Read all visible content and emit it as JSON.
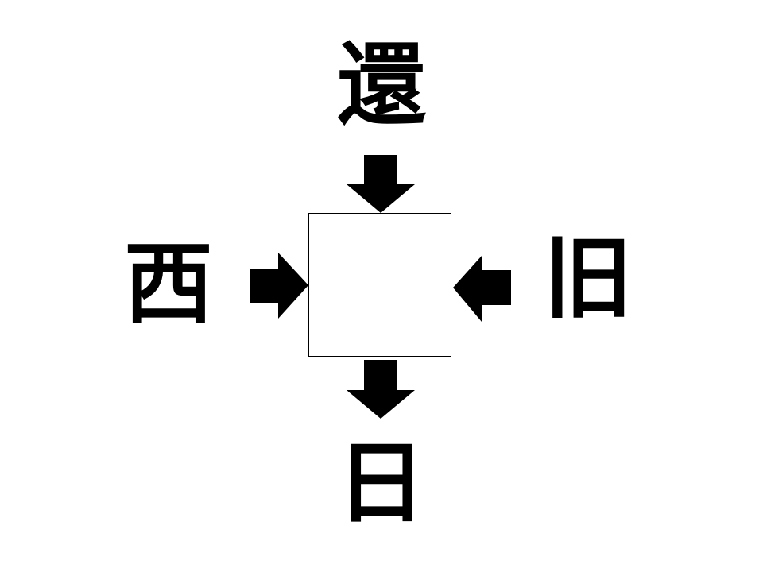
{
  "puzzle": {
    "top_char": "還",
    "left_char": "西",
    "right_char": "旧",
    "bottom_char": "日",
    "answer": ""
  },
  "colors": {
    "ink": "#000000",
    "background": "#ffffff"
  },
  "icons": {
    "top_arrow": "arrow-down-icon",
    "bottom_arrow": "arrow-down-icon",
    "left_arrow": "arrow-right-icon",
    "right_arrow": "arrow-left-icon"
  }
}
